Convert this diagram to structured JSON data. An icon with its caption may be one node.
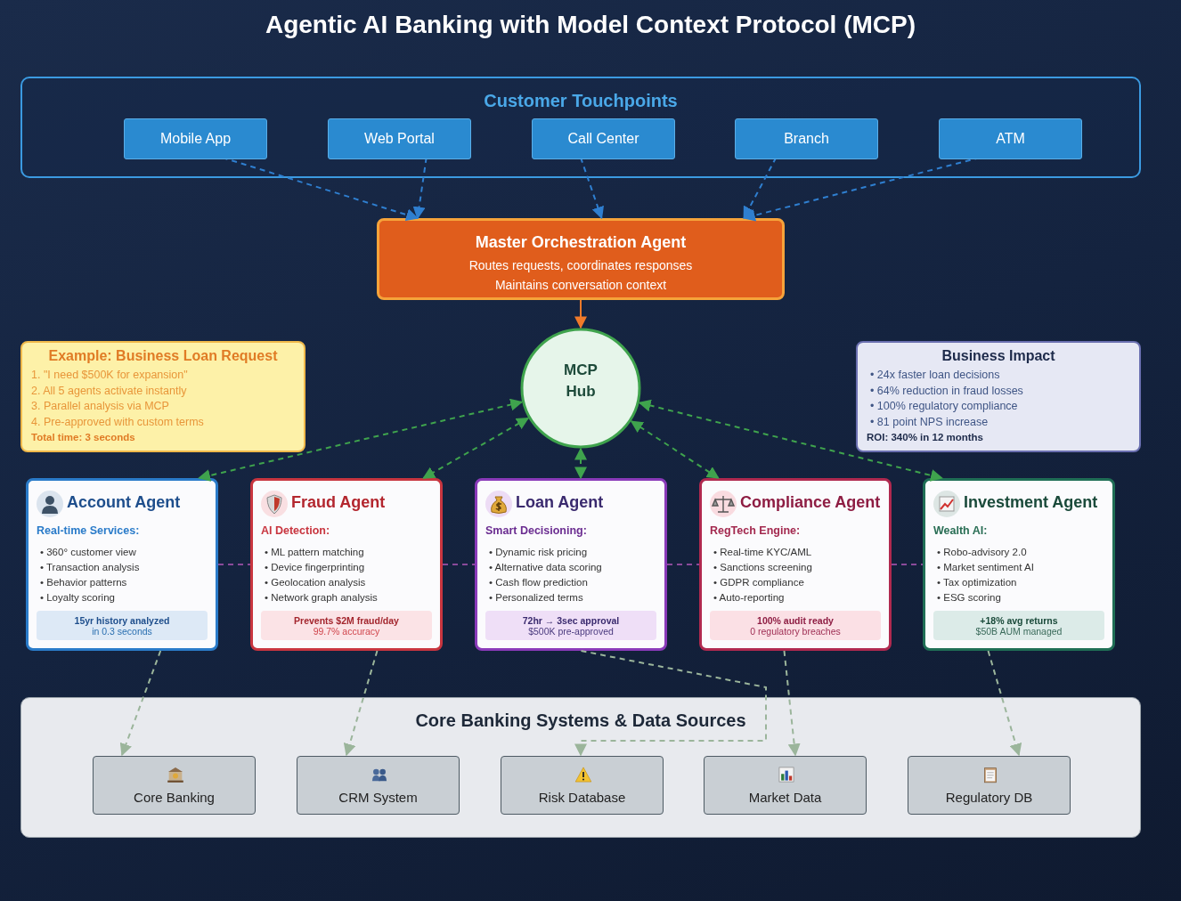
{
  "diagram": {
    "title": "Agentic AI Banking with Model Context Protocol (MCP)",
    "nodes": [
      {
        "text": [
          "Customer Touchpoints"
        ]
      },
      {
        "text": [
          "Mobile App"
        ],
        "in": 0
      },
      {
        "text": [
          "Web Portal"
        ],
        "in": 0
      },
      {
        "text": [
          "Call Center"
        ],
        "in": 0
      },
      {
        "text": [
          "Branch"
        ],
        "in": 0
      },
      {
        "text": [
          "ATM"
        ],
        "in": 0
      },
      {
        "text": [
          "Master Orchestration Agent",
          "Routes requests, coordinates responses",
          "Maintains conversation context"
        ]
      },
      {
        "text": [
          "MCP Hub"
        ]
      },
      {
        "text": [
          "Example: Business Loan Request",
          "1. \"I need $500K for expansion\"",
          "2. All 5 agents activate instantly",
          "3. Parallel analysis via MCP",
          "4. Pre-approved with custom terms",
          "Total time: 3 seconds"
        ]
      },
      {
        "text": [
          "Business Impact",
          "• 24x faster loan decisions",
          "• 64% reduction in fraud losses",
          "• 100% regulatory compliance",
          "• 81 point NPS increase",
          "ROI: 340% in 12 months"
        ]
      },
      {
        "text": [
          "Account Agent",
          "Real-time Services:",
          "• 360° customer view",
          "• Transaction analysis",
          "• Behavior patterns",
          "• Loyalty scoring"
        ]
      },
      {
        "text": [
          "15yr history analyzed",
          "in 0.3 seconds"
        ],
        "in": 10
      },
      {
        "text": [
          "Fraud Agent",
          "AI Detection:",
          "• ML pattern matching",
          "• Device fingerprinting",
          "• Geolocation analysis",
          "• Network graph analysis"
        ]
      },
      {
        "text": [
          "Prevents $2M fraud/day",
          "99.7% accuracy"
        ],
        "in": 12
      },
      {
        "text": [
          "Loan Agent",
          "Smart Decisioning:",
          "• Dynamic risk pricing",
          "• Alternative data scoring",
          "• Cash flow prediction",
          "• Personalized terms"
        ]
      },
      {
        "text": [
          "72hr → 3sec approval",
          "$500K pre-approved"
        ],
        "in": 14
      },
      {
        "text": [
          "Compliance Agent",
          "RegTech Engine:",
          "• Real-time KYC/AML",
          "• Sanctions screening",
          "• GDPR compliance",
          "• Auto-reporting"
        ]
      },
      {
        "text": [
          "100% audit ready",
          "0 regulatory breaches"
        ],
        "in": 16
      },
      {
        "text": [
          "Investment Agent",
          "Wealth AI:",
          "• Robo-advisory 2.0",
          "• Market sentiment AI",
          "• Tax optimization",
          "• ESG scoring"
        ]
      },
      {
        "text": [
          "+18% avg returns",
          "$50B AUM managed"
        ],
        "in": 18
      },
      {
        "text": [
          "Core Banking Systems & Data Sources"
        ]
      },
      {
        "text": [
          "Core Banking"
        ],
        "in": 20
      },
      {
        "text": [
          "CRM System"
        ],
        "in": 20
      },
      {
        "text": [
          "Risk Database"
        ],
        "in": 20
      },
      {
        "text": [
          "Market Data"
        ],
        "in": 20
      },
      {
        "text": [
          "Regulatory DB"
        ],
        "in": 20
      }
    ],
    "edges": [
      {
        "from": 1,
        "to": 6,
        "arrow": "to",
        "style": "dashed",
        "color": "#2f7fd0"
      },
      {
        "from": 2,
        "to": 6,
        "arrow": "to",
        "style": "dashed",
        "color": "#2f7fd0"
      },
      {
        "from": 3,
        "to": 6,
        "arrow": "to",
        "style": "dashed",
        "color": "#2f7fd0"
      },
      {
        "from": 4,
        "to": 6,
        "arrow": "to",
        "style": "dashed",
        "color": "#2f7fd0"
      },
      {
        "from": 5,
        "to": 6,
        "arrow": "to",
        "style": "dashed",
        "color": "#2f7fd0"
      },
      {
        "from": 6,
        "to": 7,
        "arrow": "to",
        "color": "#f07a2a"
      },
      {
        "from": 7,
        "to": 10,
        "arrow": "both",
        "style": "dashed",
        "color": "#3fa34d"
      },
      {
        "from": 7,
        "to": 12,
        "arrow": "both",
        "style": "dashed",
        "color": "#3fa34d"
      },
      {
        "from": 7,
        "to": 14,
        "arrow": "both",
        "style": "dashed",
        "color": "#3fa34d"
      },
      {
        "from": 7,
        "to": 16,
        "arrow": "both",
        "style": "dashed",
        "color": "#3fa34d"
      },
      {
        "from": 7,
        "to": 18,
        "arrow": "both",
        "style": "dashed",
        "color": "#3fa34d"
      },
      {
        "from": 10,
        "to": 21,
        "arrow": "to",
        "style": "dashed",
        "color": "#9bb59b"
      },
      {
        "from": 12,
        "to": 22,
        "arrow": "to",
        "style": "dashed",
        "color": "#9bb59b"
      },
      {
        "from": 14,
        "to": 23,
        "arrow": "to",
        "style": "dashed",
        "color": "#9bb59b"
      },
      {
        "from": 16,
        "to": 24,
        "arrow": "to",
        "style": "dashed",
        "color": "#9bb59b"
      },
      {
        "from": 18,
        "to": 25,
        "arrow": "to",
        "style": "dashed",
        "color": "#9bb59b"
      },
      {
        "from": 10,
        "to": 12,
        "arrow": "none",
        "style": "dashed",
        "color": "#8a4a9a"
      },
      {
        "from": 12,
        "to": 14,
        "arrow": "none",
        "style": "dashed",
        "color": "#8a4a9a"
      },
      {
        "from": 14,
        "to": 16,
        "arrow": "none",
        "style": "dashed",
        "color": "#8a4a9a"
      },
      {
        "from": 16,
        "to": 18,
        "arrow": "none",
        "style": "dashed",
        "color": "#8a4a9a"
      }
    ]
  }
}
